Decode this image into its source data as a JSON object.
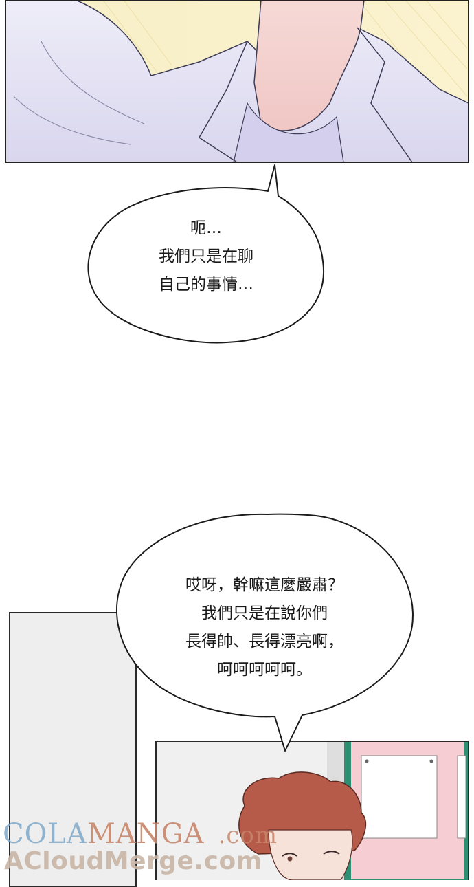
{
  "bubble1": {
    "lines": [
      "呃…",
      "我們只是在聊",
      "自己的事情…"
    ]
  },
  "bubble2": {
    "lines": [
      "哎呀，幹嘛這麼嚴肅？",
      "我們只是在說你們",
      "長得帥、長得漂亮啊，",
      "呵呵呵呵呵。"
    ]
  },
  "watermark": {
    "line1_part1": "COLA",
    "line1_part2": "MANGA",
    "line1_part3": ".com",
    "line2": "ACloudMerge.com"
  }
}
